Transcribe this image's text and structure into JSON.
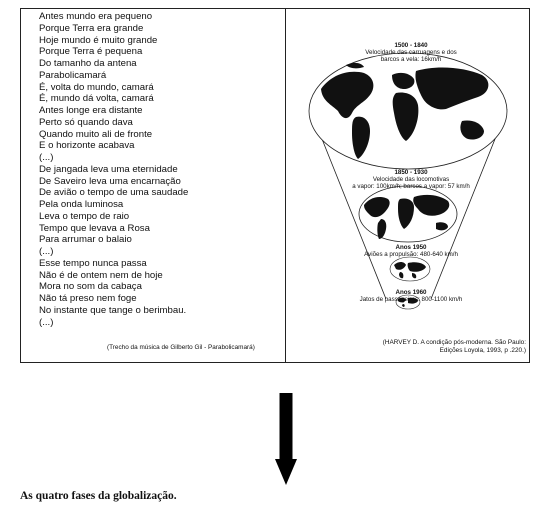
{
  "lyrics": [
    "Antes mundo era pequeno",
    "Porque Terra era grande",
    "Hoje mundo é muito grande",
    "Porque Terra é pequena",
    "Do tamanho da antena",
    "Parabolicamará",
    "É, volta do mundo, camará",
    "É, mundo dá volta, camará",
    "Antes longe era distante",
    "Perto só quando dava",
    "Quando muito ali de fronte",
    "E o horizonte acabava",
    "(...)",
    "De jangada leva uma eternidade",
    "De Saveiro leva uma encarnação",
    "De avião o tempo de uma saudade",
    "Pela onda luminosa",
    "Leva o tempo de raio",
    "Tempo que levava a Rosa",
    "Para arrumar o balaio",
    "(...)",
    "Esse tempo nunca passa",
    "Não é de ontem nem de hoje",
    "Mora no som da cabaça",
    "Não tá preso nem foge",
    "No instante que tange o berimbau.",
    "(...)"
  ],
  "lyrics_credit": "(Trecho da música de Gilberto Gil - Parabolicamará)",
  "phases": [
    {
      "period": "1500 - 1840",
      "text_line1": "Velocidade das carruagens e dos",
      "text_line2": "barcos a vela: 16km/h"
    },
    {
      "period": "1850 - 1930",
      "text_line1": "Velocidade das locomotivas",
      "text_line2": "a vapor: 100km/h; barcos a vapor: 57 km/h"
    },
    {
      "period": "Anos 1950",
      "text_line1": "Aviões a propulsão: 480-640 km/h",
      "text_line2": ""
    },
    {
      "period": "Anos 1960",
      "text_line1": "Jatos de passageiros: 800-1100 km/h",
      "text_line2": ""
    }
  ],
  "reference": {
    "line1": "(HARVEY D. A condição pós-moderna. São Paulo:",
    "line2": "Edições Loyola, 1993, p .220.)"
  },
  "caption": "As quatro fases da globalização."
}
